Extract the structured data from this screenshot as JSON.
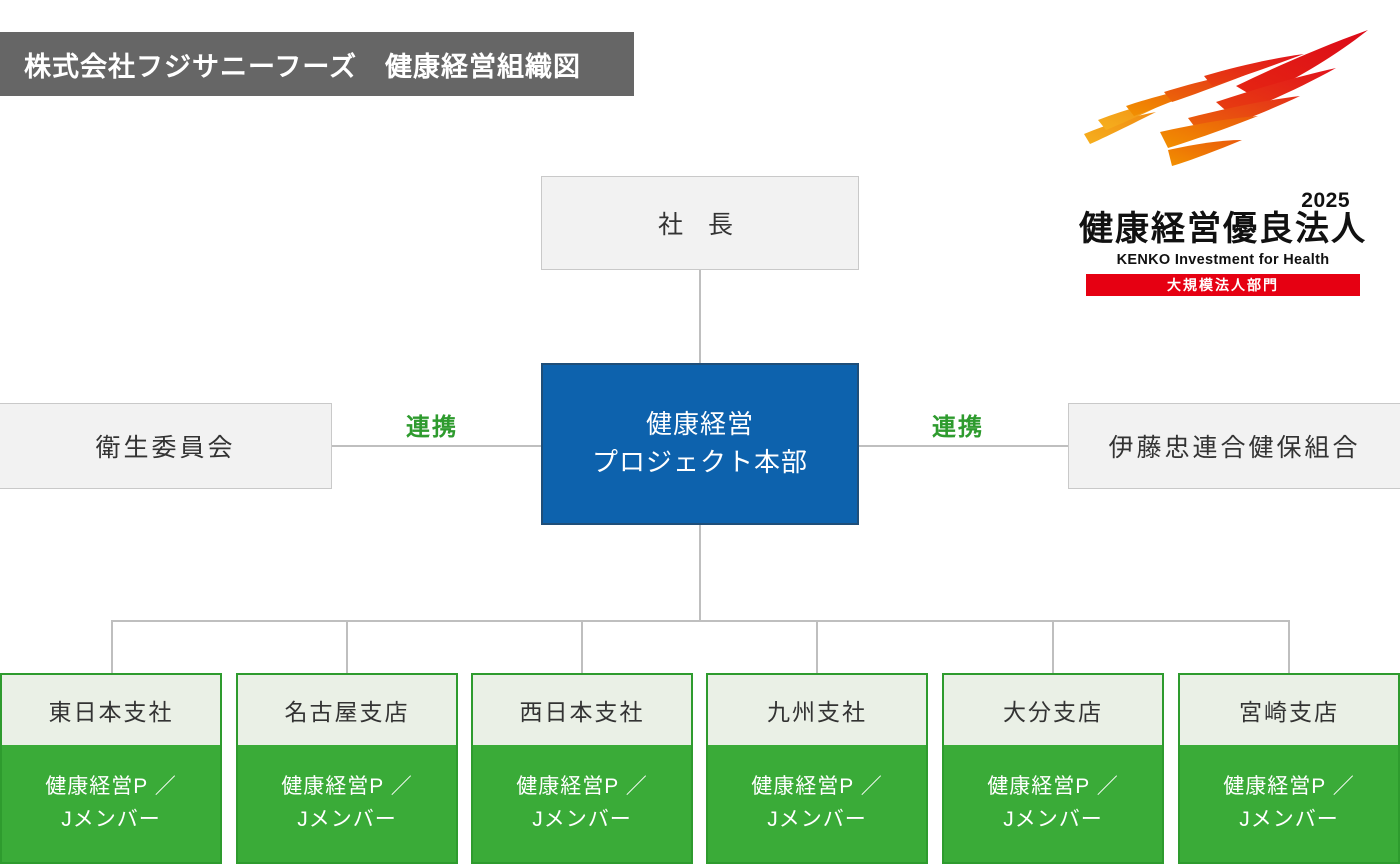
{
  "header": {
    "title": "株式会社フジサニーフーズ　健康経営組織図",
    "banner_color": "#666666"
  },
  "certification_logo": {
    "name": "kenko-investment-for-health-2025",
    "year": "2025",
    "title_jp": "健康経営優良法人",
    "title_en": "KENKO Investment for Health",
    "category_badge": "大規模法人部門",
    "badge_color": "#e60012",
    "mark_colors": [
      "#f5a623",
      "#f07d00",
      "#ef6712",
      "#e8380d",
      "#e2211c"
    ]
  },
  "chart": {
    "top": {
      "label": "社 長",
      "style": "gray"
    },
    "center": {
      "label_line1": "健康経営",
      "label_line2": "プロジェクト本部",
      "style": "blue",
      "color": "#0d62ad",
      "border_color": "#1f4e79"
    },
    "left_node": {
      "label": "衛生委員会",
      "style": "gray"
    },
    "right_node": {
      "label": "伊藤忠連合健保組合",
      "style": "gray"
    },
    "link_labels": {
      "left": "連携",
      "right": "連携",
      "color": "#2e9b2e"
    },
    "branches": [
      {
        "name": "東日本支社",
        "role_line1": "健康経営P ／",
        "role_line2": "Jメンバー"
      },
      {
        "name": "名古屋支店",
        "role_line1": "健康経営P ／",
        "role_line2": "Jメンバー"
      },
      {
        "name": "西日本支社",
        "role_line1": "健康経営P ／",
        "role_line2": "Jメンバー"
      },
      {
        "name": "九州支社",
        "role_line1": "健康経営P ／",
        "role_line2": "Jメンバー"
      },
      {
        "name": "大分支店",
        "role_line1": "健康経営P ／",
        "role_line2": "Jメンバー"
      },
      {
        "name": "宮崎支店",
        "role_line1": "健康経営P ／",
        "role_line2": "Jメンバー"
      }
    ],
    "branch_colors": {
      "header_bg": "#eaf0e6",
      "body_bg": "#3aab38",
      "border": "#2e9b2e"
    },
    "connector_color": "#bfbfbf"
  }
}
